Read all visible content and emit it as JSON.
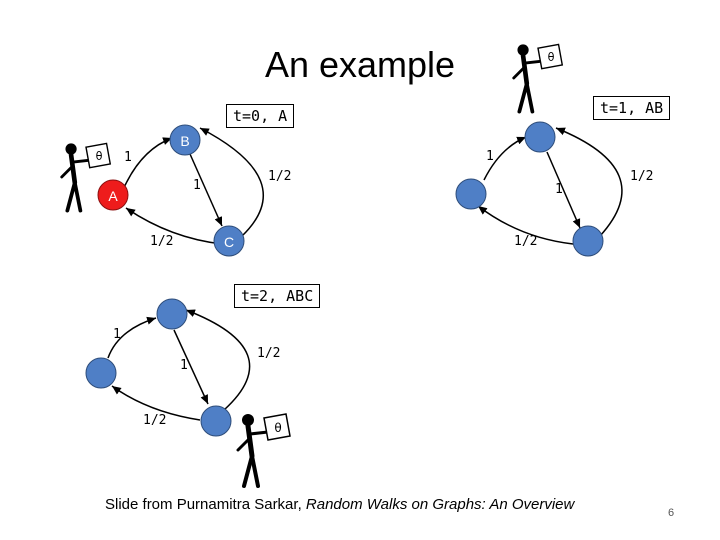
{
  "slide": {
    "title": "An example",
    "page_number": "6",
    "footer": {
      "prefix": "Slide from Purnamitra Sarkar, ",
      "italic": "Random Walks on Graphs: An Overview"
    }
  },
  "panels": [
    {
      "time_label": "t=0,  A",
      "node_labels": {
        "B": "B",
        "A": "A",
        "C": "C"
      },
      "edge_labels": [
        "1",
        "1",
        "1/2",
        "1/2"
      ],
      "walker_at": "A"
    },
    {
      "time_label": "t=1, AB",
      "edge_labels": [
        "1",
        "1",
        "1/2",
        "1/2"
      ],
      "walker_at": "B"
    },
    {
      "time_label": "t=2, ABC",
      "edge_labels": [
        "1",
        "1",
        "1/2",
        "1/2"
      ],
      "walker_at": "C"
    }
  ],
  "colors": {
    "node_default": "#4f7fc6",
    "node_active": "#ee1c1c",
    "node_stroke": "#2e4d7a"
  }
}
